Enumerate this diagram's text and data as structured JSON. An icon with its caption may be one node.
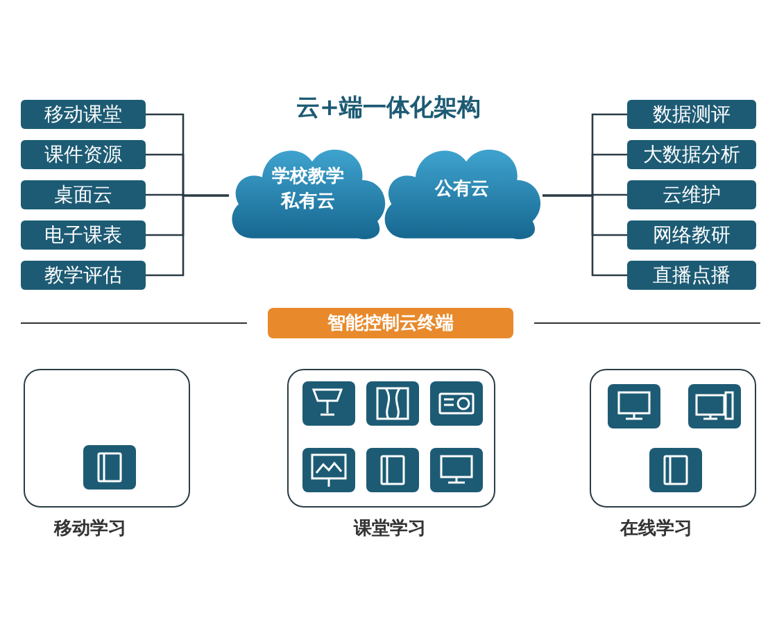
{
  "diagram": {
    "title": "云+端一体化架构",
    "nodes": [
      {
        "text": [
          "移动课堂"
        ]
      },
      {
        "text": [
          "课件资源"
        ]
      },
      {
        "text": [
          "桌面云"
        ]
      },
      {
        "text": [
          "电子课表"
        ]
      },
      {
        "text": [
          "教学评估"
        ]
      },
      {
        "text": [
          "学校教学私有云"
        ]
      },
      {
        "text": [
          "公有云"
        ]
      },
      {
        "text": [
          "数据测评"
        ]
      },
      {
        "text": [
          "大数据分析"
        ]
      },
      {
        "text": [
          "云维护"
        ]
      },
      {
        "text": [
          "网络教研"
        ]
      },
      {
        "text": [
          "直播点播"
        ]
      },
      {
        "text": [
          "智能控制云终端"
        ]
      },
      {
        "text": [
          "移动学习"
        ]
      },
      {
        "text": [
          "课堂学习"
        ]
      },
      {
        "text": [
          "在线学习"
        ]
      }
    ],
    "edges": [
      {
        "from": 0,
        "to": 5,
        "arrow": "none"
      },
      {
        "from": 1,
        "to": 5,
        "arrow": "none"
      },
      {
        "from": 2,
        "to": 5,
        "arrow": "none"
      },
      {
        "from": 3,
        "to": 5,
        "arrow": "none"
      },
      {
        "from": 4,
        "to": 5,
        "arrow": "none"
      },
      {
        "from": 7,
        "to": 6,
        "arrow": "none"
      },
      {
        "from": 8,
        "to": 6,
        "arrow": "none"
      },
      {
        "from": 9,
        "to": 6,
        "arrow": "none"
      },
      {
        "from": 10,
        "to": 6,
        "arrow": "none"
      },
      {
        "from": 11,
        "to": 6,
        "arrow": "none"
      }
    ]
  }
}
